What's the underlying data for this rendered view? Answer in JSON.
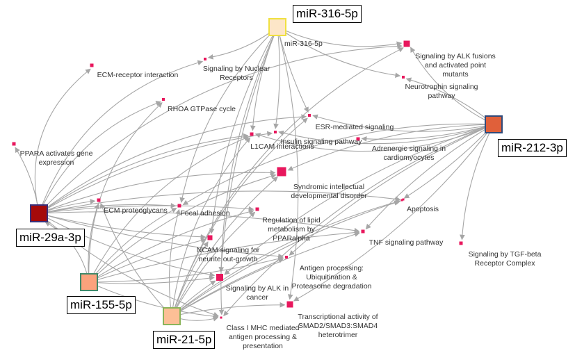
{
  "colors": {
    "edge": "#a6a6a6",
    "pathway_node": "#e8175d",
    "label_text": "#333333"
  },
  "mirnas": [
    {
      "id": "m316",
      "label": "miR-316-5p",
      "small_label": "miR-316-5p",
      "color": "#fde6c8",
      "border": "#f0e040"
    },
    {
      "id": "m212",
      "label": "miR-212-3p",
      "color": "#e0603a",
      "border": "#2f4a7a"
    },
    {
      "id": "m29",
      "label": "miR-29a-3p",
      "color": "#a50a0a",
      "border": "#3a2f7a"
    },
    {
      "id": "m155",
      "label": "miR-155-5p",
      "color": "#fba27c",
      "border": "#3f8a6a"
    },
    {
      "id": "m21",
      "label": "miR-21-5p",
      "color": "#fcbf96",
      "border": "#8ab45a"
    }
  ],
  "pathways": [
    {
      "id": "alk_fusions",
      "lines": [
        "Signaling by ALK fusions",
        "and activated point",
        "mutants"
      ]
    },
    {
      "id": "neurotrophin",
      "lines": [
        "Neurotrophin signaling",
        "pathway"
      ]
    },
    {
      "id": "ecm_receptor",
      "lines": [
        "ECM-receptor interaction"
      ]
    },
    {
      "id": "nuclear_receptors",
      "lines": [
        "Signaling by Nuclear",
        "Receptors"
      ]
    },
    {
      "id": "rhoa",
      "lines": [
        "RHOA GTPase cycle"
      ]
    },
    {
      "id": "esr",
      "lines": [
        "ESR-mediated signaling"
      ]
    },
    {
      "id": "l1cam",
      "lines": [
        "L1CAM interactions"
      ]
    },
    {
      "id": "insulin",
      "lines": [
        "Insulin signaling pathway"
      ]
    },
    {
      "id": "adrenergic",
      "lines": [
        "Adrenergic signaling in",
        "cardiomyocytes"
      ]
    },
    {
      "id": "ppara",
      "lines": [
        "PPARA activates gene",
        "expression"
      ]
    },
    {
      "id": "hub",
      "lines": []
    },
    {
      "id": "syndromic",
      "lines": [
        "Syndromic intellectual",
        "developmental disorder"
      ]
    },
    {
      "id": "apoptosis",
      "lines": [
        "Apoptosis"
      ]
    },
    {
      "id": "ecm_proteoglycans",
      "lines": [
        "ECM proteoglycans"
      ]
    },
    {
      "id": "focal_adhesion",
      "lines": [
        "Focal adhesion"
      ]
    },
    {
      "id": "lipid",
      "lines": [
        "Regulation of lipid",
        "metabolism by",
        "PPARalpha"
      ]
    },
    {
      "id": "tnf",
      "lines": [
        "TNF signaling pathway"
      ]
    },
    {
      "id": "tgfbeta",
      "lines": [
        "Signaling by TGF-beta",
        "Receptor Complex"
      ]
    },
    {
      "id": "ncam",
      "lines": [
        "NCAM signaling for",
        "neurite out-growth"
      ]
    },
    {
      "id": "antigen",
      "lines": [
        "Antigen processing:",
        "Ubiquitination &",
        "Proteasome degradation"
      ]
    },
    {
      "id": "alk_cancer",
      "lines": [
        "Signaling by ALK in",
        "cancer"
      ]
    },
    {
      "id": "smad",
      "lines": [
        "Transcriptional activity of",
        "SMAD2/SMAD3:SMAD4",
        "heterotrimer"
      ]
    },
    {
      "id": "mhc",
      "lines": [
        "Class I MHC mediated",
        "antigen processing &",
        "presentation"
      ]
    }
  ]
}
